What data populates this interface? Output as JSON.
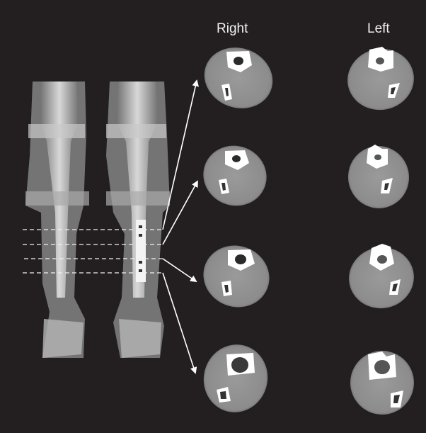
{
  "figure": {
    "background": "#231f20",
    "column_labels": {
      "right": "Right",
      "left": "Left"
    },
    "xray": {
      "description": "Full-length anteroposterior radiograph of both lower legs; left tibia with plate fixation",
      "slice_lines": 4
    },
    "ct_slices": [
      {
        "level": 1,
        "right": "CT cross-section level 1",
        "left": "CT cross-section level 1 (with bony outgrowth)"
      },
      {
        "level": 2,
        "right": "CT cross-section level 2",
        "left": "CT cross-section level 2"
      },
      {
        "level": 3,
        "right": "CT cross-section level 3",
        "left": "CT cross-section level 3"
      },
      {
        "level": 4,
        "right": "CT cross-section level 4",
        "left": "CT cross-section level 4"
      }
    ]
  }
}
